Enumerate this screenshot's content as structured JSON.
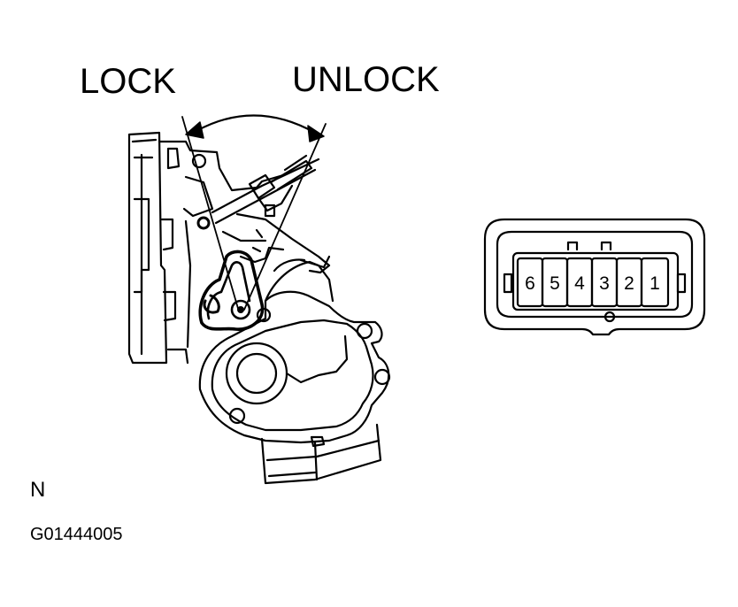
{
  "labels": {
    "lock": "LOCK",
    "unlock": "UNLOCK",
    "view": "N",
    "figure_code": "G01444005"
  },
  "connector": {
    "pins": [
      "6",
      "5",
      "4",
      "3",
      "2",
      "1"
    ]
  },
  "colors": {
    "ink": "#000000",
    "paper": "#ffffff"
  }
}
